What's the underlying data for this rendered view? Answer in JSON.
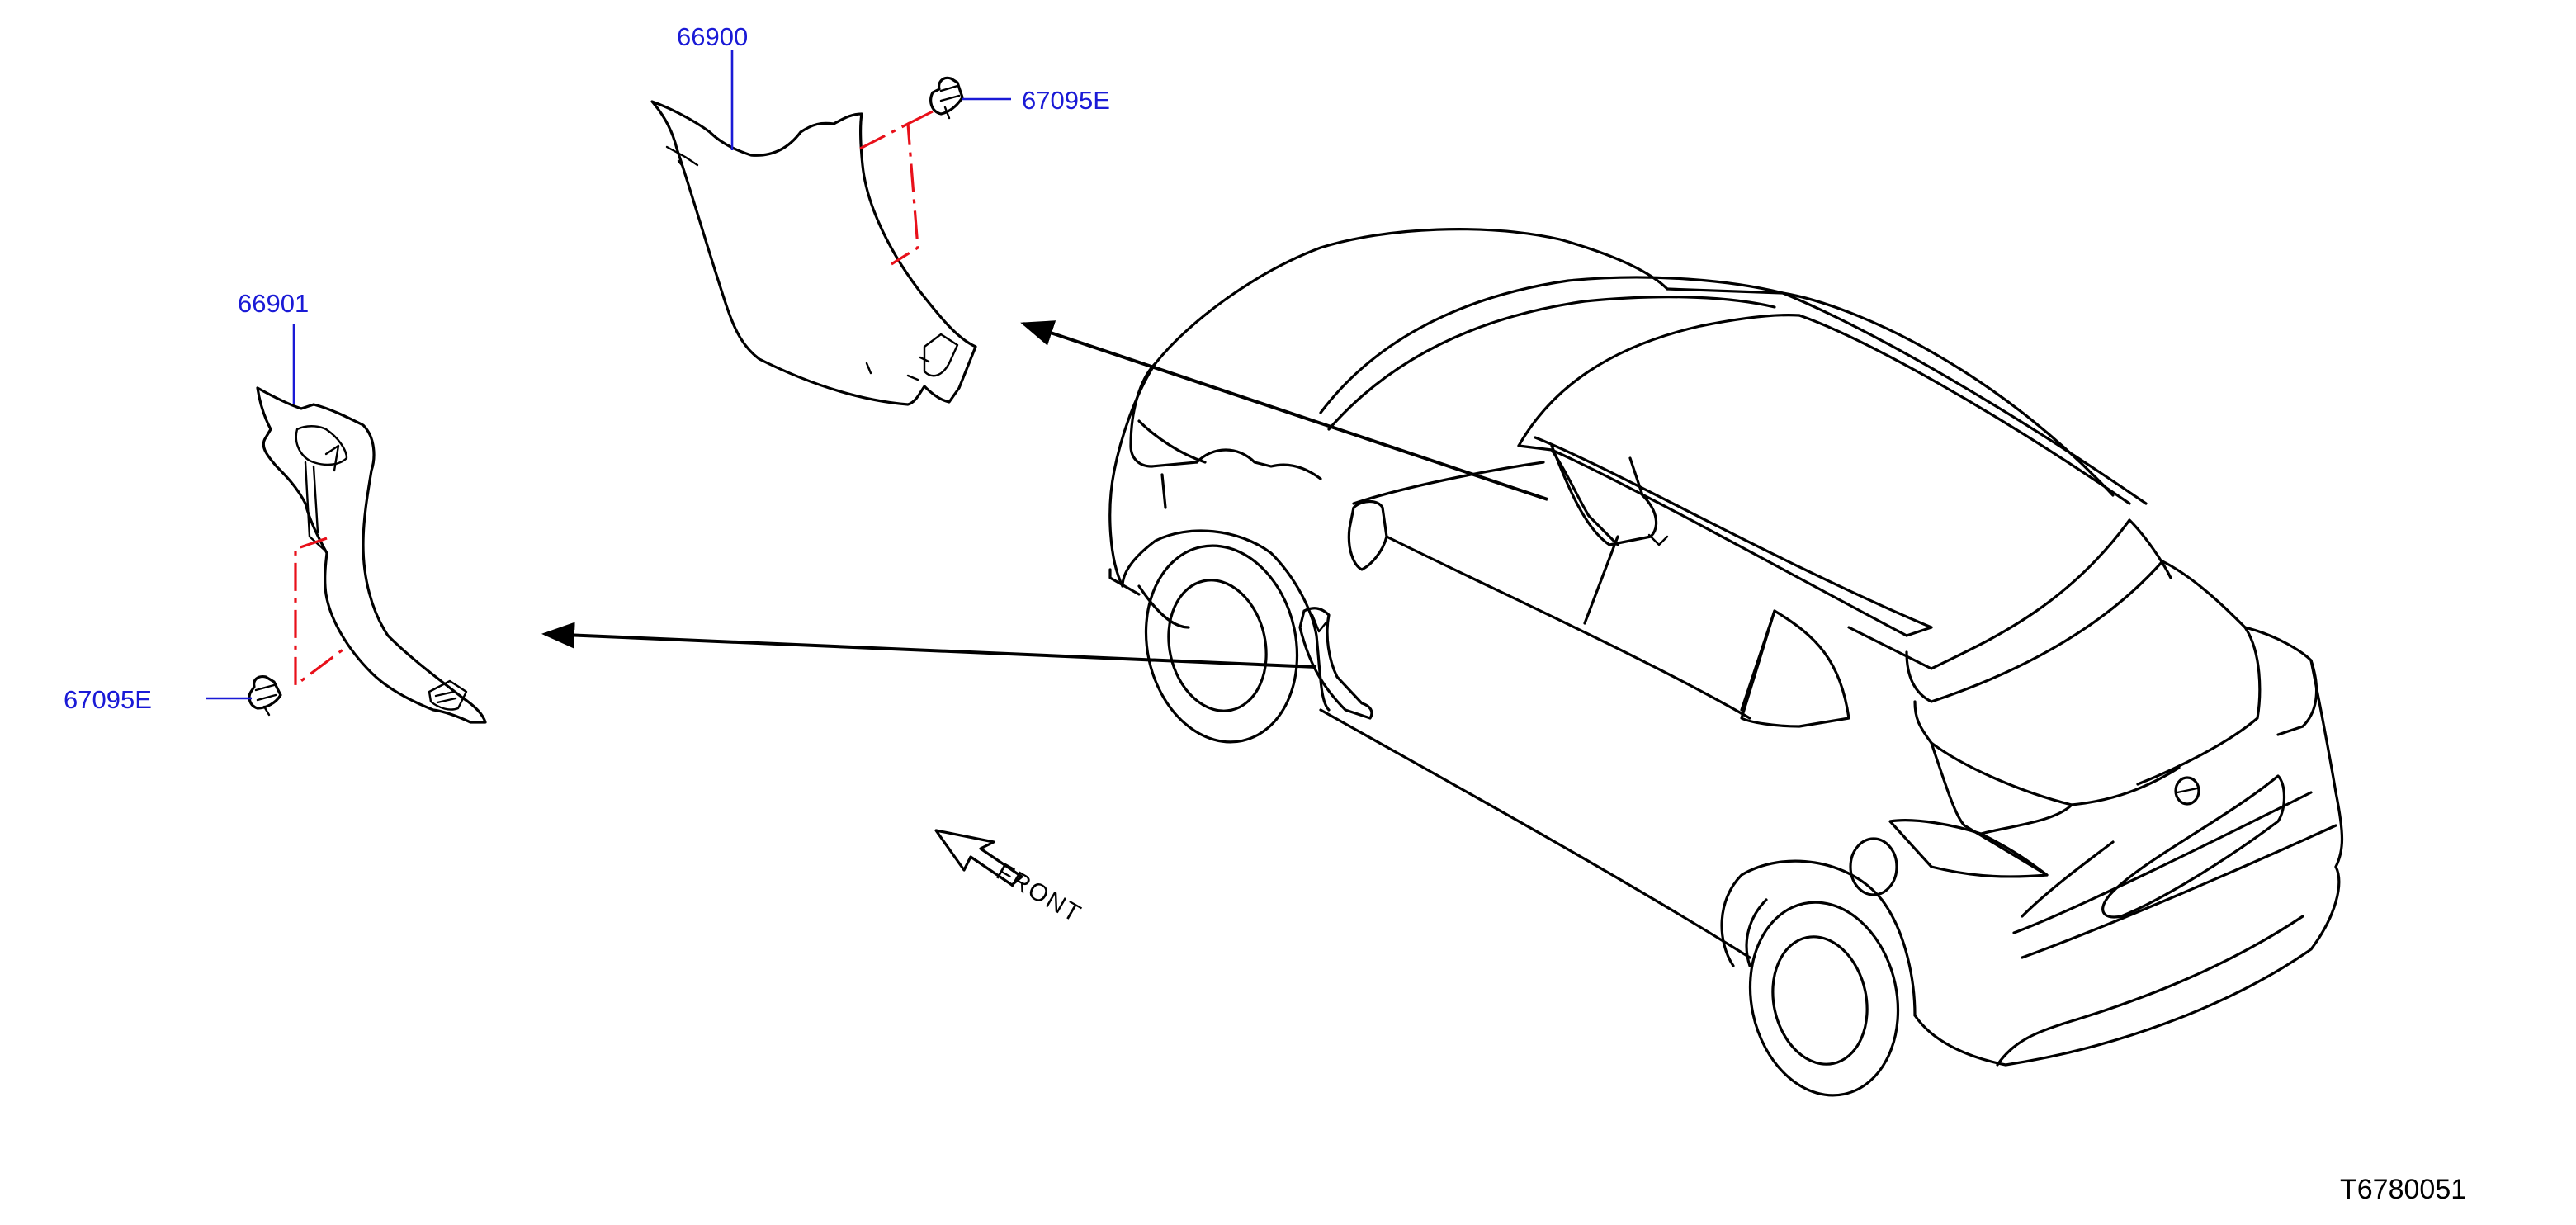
{
  "parts": {
    "upper_trim_number": "66900",
    "lower_trim_number": "66901",
    "clip_upper_number": "67095E",
    "clip_lower_number": "67095E"
  },
  "direction": {
    "label": "FRONT"
  },
  "drawing": {
    "reference": "T6780051"
  },
  "colors": {
    "callout": "#1a1ad6",
    "dash_chain": "#e8101a",
    "line": "#000000"
  }
}
